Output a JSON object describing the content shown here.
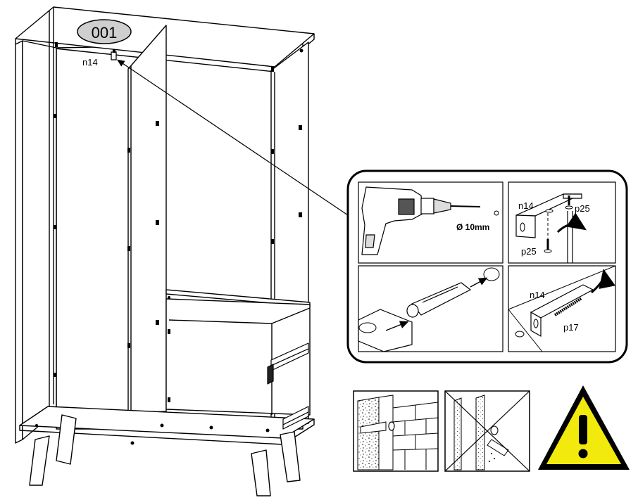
{
  "step_badge": "001",
  "main_part_label": "n14",
  "detail_panel": {
    "drill_size": "Ø 10mm",
    "bracket_top": {
      "bracket": "n14",
      "screw_upper": "p25",
      "screw_lower": "p25"
    },
    "bracket_wall": {
      "bracket": "n14",
      "screw": "p17"
    }
  },
  "warning": {
    "symbol": "!",
    "color": "#f2ea0d"
  },
  "wall_types": [
    "solid-brick-wall",
    "hollow-plasterboard-wall"
  ]
}
